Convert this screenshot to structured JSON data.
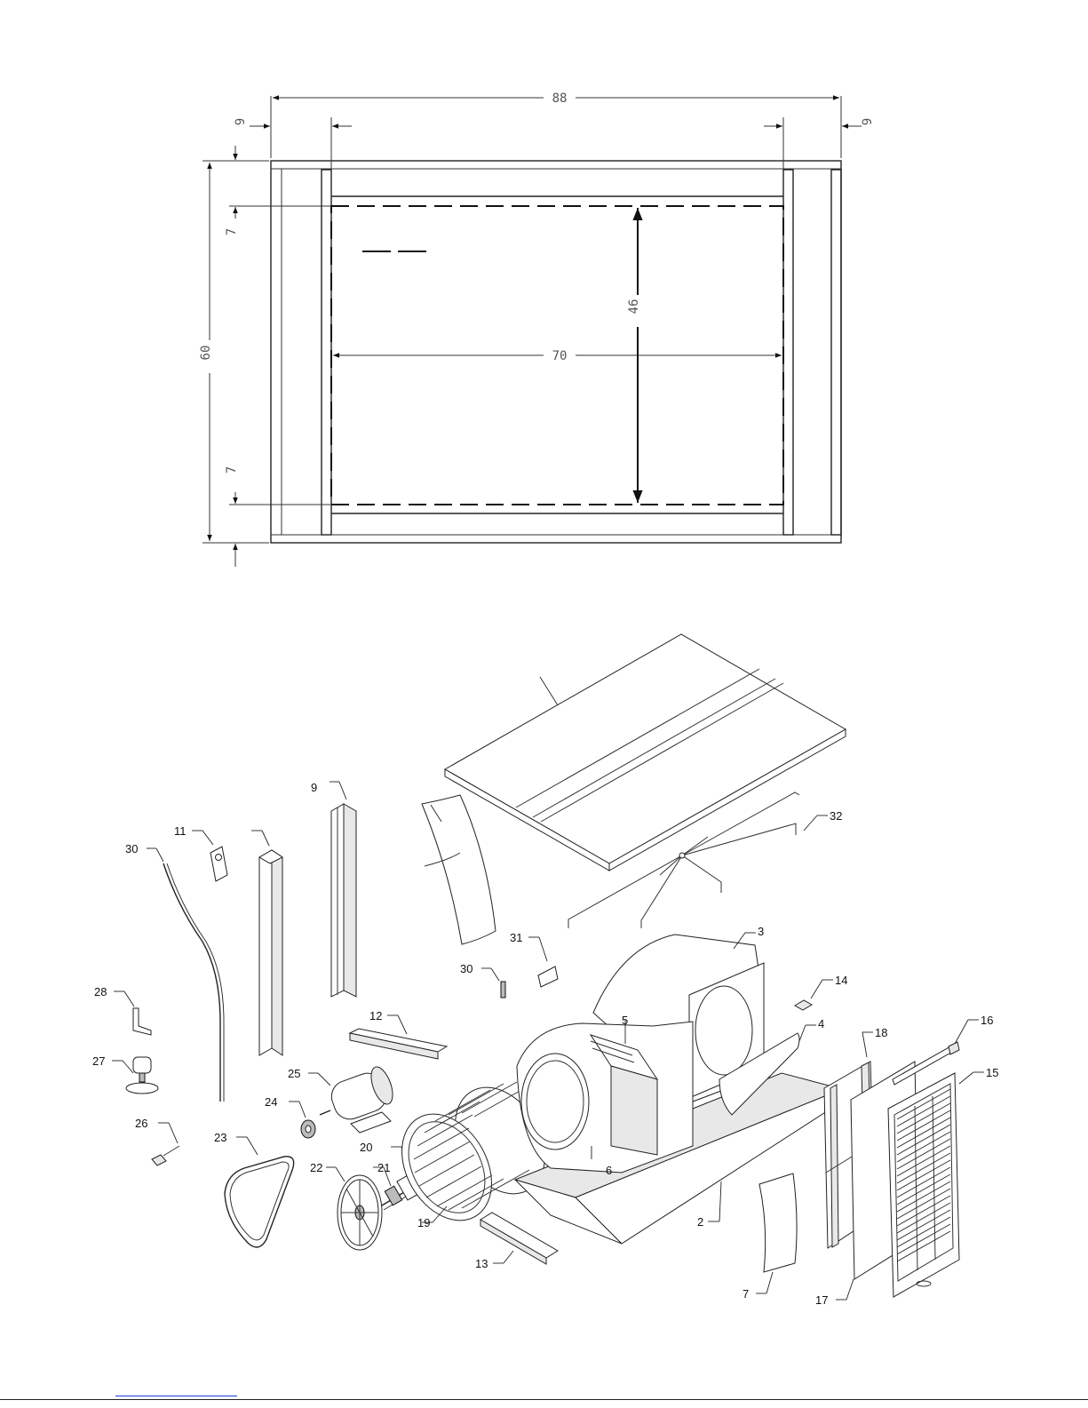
{
  "plan_view": {
    "dimensions": {
      "overall_width": "88",
      "left_offset": "9",
      "right_offset": "9",
      "overall_height": "60",
      "inner_width": "70",
      "inner_height": "46",
      "top_margin": "7",
      "bottom_margin": "7"
    }
  },
  "exploded_view": {
    "callouts": [
      "2",
      "3",
      "4",
      "5",
      "6",
      "7",
      "9",
      "11",
      "12",
      "13",
      "14",
      "15",
      "16",
      "17",
      "18",
      "19",
      "20",
      "21",
      "22",
      "23",
      "24",
      "25",
      "26",
      "27",
      "28",
      "30",
      "30",
      "31",
      "32"
    ]
  },
  "colors": {
    "line": "#111111",
    "dimension_text": "#555555",
    "footer_link": "#1a3fd6"
  }
}
